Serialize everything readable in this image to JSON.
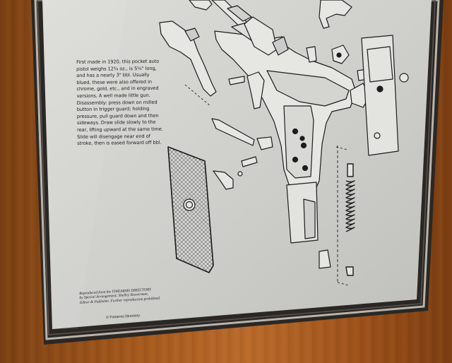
{
  "blurb": {
    "lines": [
      "First made in 1920, this pocket auto",
      "pistol weighs 12¾ oz., is 5⅛\" long,",
      "and has a nearly 3\" bbl. Usually",
      "blued, these were also offered in",
      "chrome, gold, etc., and in engraved",
      "versions. A well made little gun.",
      "Disassembly: press down on milled",
      "button in trigger guard; holding",
      "pressure, pull guard down and then",
      "sideways. Draw slide slowly to the",
      "rear, lifting upward at the same time.",
      "Slide will disengage near end of",
      "stroke, then is eased forward off bbl."
    ]
  },
  "credit": {
    "lines": [
      "Reproduced from the FIREARMS DIRECTORY",
      "by Special Arrangement; Shelley Braverman,",
      "Editor & Publisher. Further reproduction prohibited."
    ]
  },
  "copyright": "© Firearms Directory",
  "colors": {
    "wood": "#a4581c",
    "frame": "#2a2623",
    "frame_highlight": "#c9c4bc",
    "poster": "#d2d2ce",
    "ink": "#1a1a1a"
  }
}
